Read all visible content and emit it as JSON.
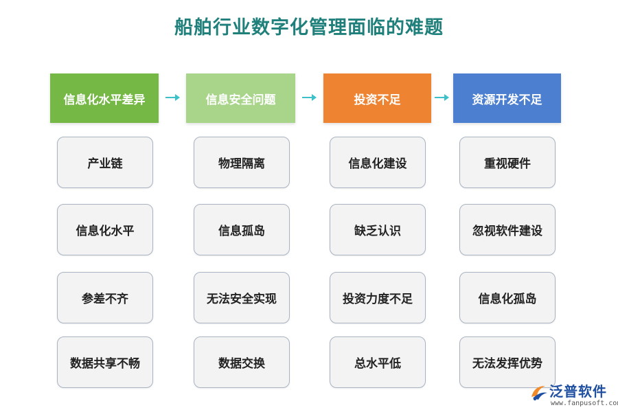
{
  "title": "船舶行业数字化管理面临的难题",
  "columns": [
    {
      "header": "信息化水平差异",
      "color": "#76b846",
      "items": [
        "产业链",
        "信息化水平",
        "参差不齐",
        "数据共享不畅"
      ]
    },
    {
      "header": "信息安全问题",
      "color": "#a9d58a",
      "items": [
        "物理隔离",
        "信息孤岛",
        "无法安全实现",
        "数据交换"
      ]
    },
    {
      "header": "投资不足",
      "color": "#ee8432",
      "items": [
        "信息化建设",
        "缺乏认识",
        "投资力度不足",
        "总水平低"
      ]
    },
    {
      "header": "资源开发不足",
      "color": "#4c7fcf",
      "items": [
        "重视硬件",
        "忽视软件建设",
        "信息化孤岛",
        "无法发挥优势"
      ]
    }
  ],
  "arrow_color": "#3cc0c9",
  "logo": {
    "name": "泛普软件",
    "url": "www.fanpusoft.com",
    "icon": "fanpu-logo-icon"
  }
}
